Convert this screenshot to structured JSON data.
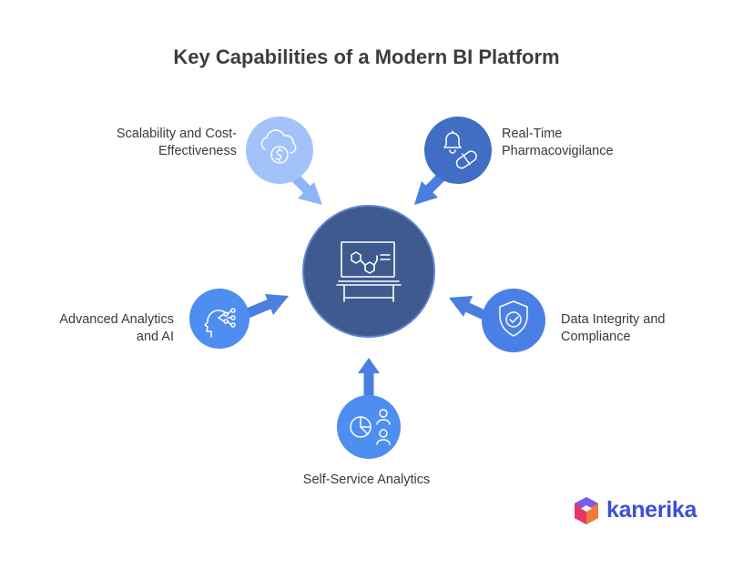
{
  "title": "Key Capabilities of a Modern BI Platform",
  "center": {
    "icon": "pharma-lab-desk-icon"
  },
  "capabilities": [
    {
      "lines": [
        "Scalability and Cost-",
        "Effectiveness"
      ],
      "icon": "cloud-dollar-icon",
      "color": "#a3c2fa"
    },
    {
      "lines": [
        "Real-Time",
        "Pharmacovigilance"
      ],
      "icon": "bell-pill-icon",
      "color": "#3f6ec4"
    },
    {
      "lines": [
        "Advanced Analytics",
        "and AI"
      ],
      "icon": "ai-head-icon",
      "color": "#4e8ef0"
    },
    {
      "lines": [
        "Data Integrity and",
        "Compliance"
      ],
      "icon": "shield-check-icon",
      "color": "#4a80e6"
    },
    {
      "lines": [
        "Self-Service Analytics"
      ],
      "icon": "pie-chart-users-icon",
      "color": "#4e8ef0"
    }
  ],
  "colors": {
    "center": "#3e5a8e",
    "arrow_light": "#8fb4f7",
    "arrow_dark": "#4a7fe0"
  },
  "logo": {
    "text": "kanerika"
  }
}
